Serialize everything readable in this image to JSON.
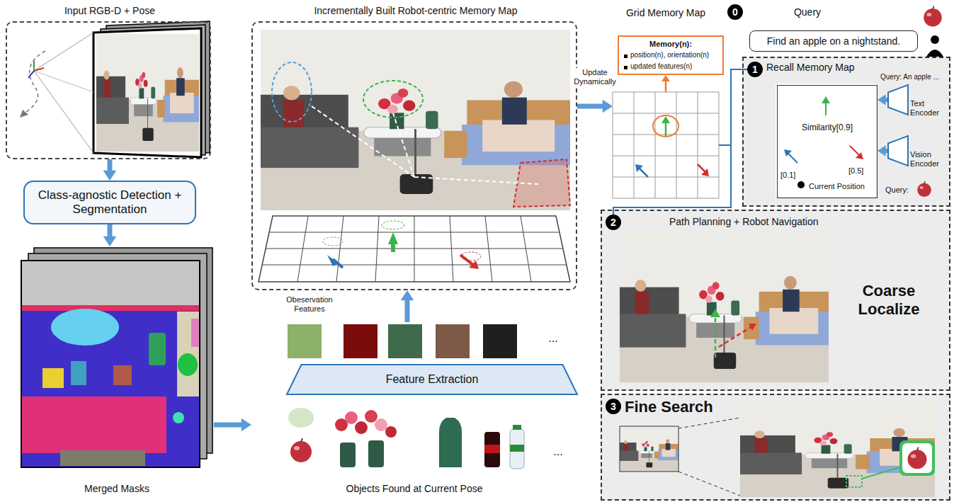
{
  "diagram": {
    "nodes": [
      {
        "text": [
          "Input RGB-D + Pose"
        ]
      },
      {
        "text": [
          "Class-agnostic Detection + Segmentation"
        ]
      },
      {
        "text": [
          "Merged Masks"
        ]
      },
      {
        "text": [
          "Incrementally Built Robot-centric Memory Map"
        ]
      },
      {
        "text": [
          "Obeservation Features"
        ]
      },
      {
        "text": [
          "Feature Extraction"
        ]
      },
      {
        "text": [
          "Objects Found at Current Pose"
        ]
      },
      {
        "text": [
          "Grid Memory Map"
        ]
      },
      {
        "text": [
          "Memory(n):",
          "position(n), orientation(n)",
          "updated features(n)"
        ]
      },
      {
        "text": [
          "0"
        ]
      },
      {
        "text": [
          "Find an apple on a nightstand."
        ]
      },
      {
        "text": [
          "Recall Memory Map"
        ]
      },
      {
        "text": [
          "1"
        ],
        "in": 11
      },
      {
        "text": [
          "Similarity[0.9]",
          "[0.1]",
          "[0.5]",
          "Current Position"
        ],
        "in": 11
      },
      {
        "text": [
          "Text Encoder"
        ],
        "in": 11
      },
      {
        "text": [
          "Vision Encoder"
        ],
        "in": 11
      },
      {
        "text": [
          "Path Planning + Robot Navigation",
          "Coarse Localize"
        ]
      },
      {
        "text": [
          "2"
        ],
        "in": 16
      },
      {
        "text": [
          "Fine Search"
        ]
      },
      {
        "text": [
          "3"
        ],
        "in": 18
      }
    ],
    "edges": [
      {
        "from": 0,
        "to": 1,
        "arrow": "to"
      },
      {
        "from": 1,
        "to": 2,
        "arrow": "to"
      },
      {
        "from": 2,
        "to": 6,
        "arrow": "to"
      },
      {
        "from": 4,
        "to": 3,
        "arrow": "to"
      },
      {
        "from": 3,
        "to": 7,
        "label": "Update Dynamically",
        "arrow": "to"
      },
      {
        "from": 7,
        "to": 8,
        "arrow": "to"
      },
      {
        "from": 7,
        "to": 12,
        "arrow": "none"
      },
      {
        "from": 7,
        "to": 17,
        "arrow": "none"
      },
      {
        "from": 14,
        "to": 13,
        "arrow": "to"
      },
      {
        "from": 15,
        "to": 13,
        "arrow": "to"
      }
    ],
    "labels": [
      "Query",
      "Query: An apple ...",
      "Query:",
      "...",
      "..."
    ]
  }
}
